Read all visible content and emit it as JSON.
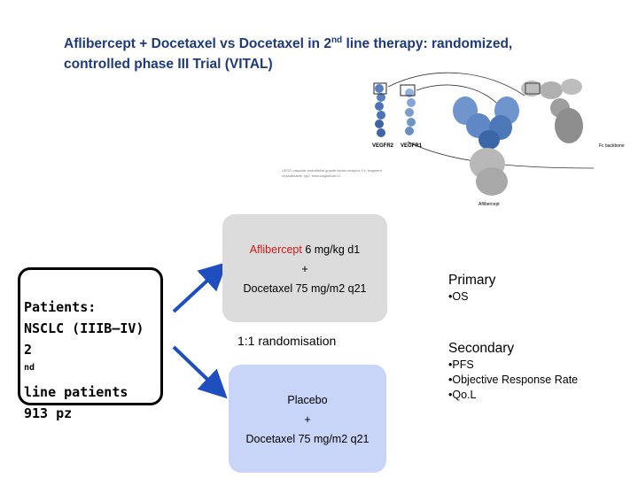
{
  "title": {
    "line1_pre": "Aflibercept + Docetaxel vs Docetaxel in 2",
    "line1_sup": "nd",
    "line1_post": " line therapy: randomized,",
    "line2": "controlled phase III Trial (VITAL)"
  },
  "figure": {
    "label_vegfr2": "VEGFR2",
    "label_vegfr1": "VEGFR1",
    "label_fc": "Fc backbone",
    "label_aflibercept": "Aflibercept",
    "caption_line1": "VEGF, vascular endothelial growth factor receptor; Fc, fragment",
    "caption_line2": "crystallizable; IgG, immunoglobulin G"
  },
  "patients": {
    "line1": "Patients:",
    "line2": "NSCLC (IIIB–IV)",
    "line3_pre": "2",
    "line3_sup": "nd",
    "line3_post": " line patients",
    "line4": "913 pz"
  },
  "arm1": {
    "drug_name": "Aflibercept",
    "drug_dose": " 6 mg/kg d1",
    "plus": "+",
    "docetaxel": "Docetaxel 75 mg/m2 q21"
  },
  "randomisation": "1:1 randomisation",
  "arm2": {
    "placebo": "Placebo",
    "plus": "+",
    "docetaxel": "Docetaxel 75 mg/m2 q21"
  },
  "endpoints": {
    "primary_heading": "Primary",
    "primary_items": [
      "•OS"
    ],
    "secondary_heading": "Secondary",
    "secondary_items": [
      "•PFS",
      "•Objective Response Rate",
      "•Qo.L"
    ]
  },
  "colors": {
    "title": "#1f3a7a",
    "arrow": "#1f4fbf",
    "arm1_box": "#dcdcdc",
    "arm2_box": "#c8d4f8",
    "drug_highlight": "#d01818"
  }
}
